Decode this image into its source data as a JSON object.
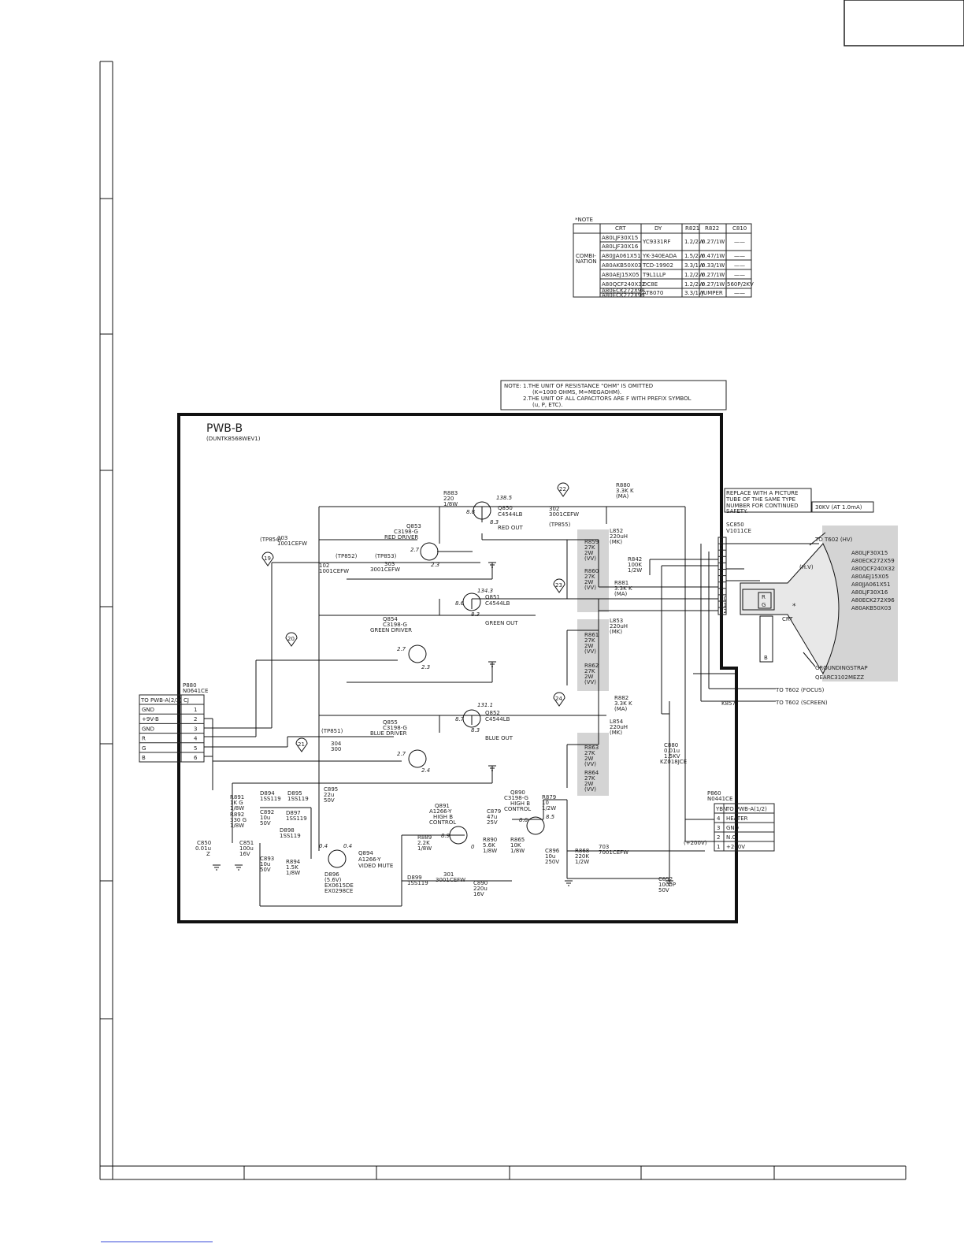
{
  "board": {
    "name": "PWB-B",
    "code": "(DUNTK8568WEV1)"
  },
  "notes": {
    "line1": "NOTE: 1.THE UNIT OF RESISTANCE \"OHM\" IS OMITTED",
    "line2": "(K=1000 OHMS, M=MEGAOHM).",
    "line3": "2.THE UNIT OF ALL CAPACITORS ARE F WITH PREFIX SYMBOL",
    "line4": "(u, P, ETC)."
  },
  "combination_table": {
    "title": "*NOTE",
    "row_label_1": "COMBI-",
    "row_label_2": "NATION",
    "headers": [
      "CRT",
      "DY",
      "R821",
      "R822",
      "C810"
    ],
    "rows": [
      [
        "A80LJF30X15",
        "YC9331RF",
        "1.2/2W",
        "0.27/1W",
        "——"
      ],
      [
        "A80LJF30X16",
        "",
        "",
        "",
        ""
      ],
      [
        "A80JJA061X51",
        "YK-340EADA",
        "1.5/2W",
        "0.47/1W",
        "——"
      ],
      [
        "A80AKB50X03",
        "TCD-19902",
        "3.3/1W",
        "0.33/1W",
        "——"
      ],
      [
        "A80AEJ15X05",
        "T9L1LLP",
        "1.2/2W",
        "0.27/1W",
        "——"
      ],
      [
        "A80QCF240X32",
        "DC8E",
        "1.2/2W",
        "0.27/1W",
        "560P/2KV"
      ],
      [
        "A80ECK272X98",
        "AT8070",
        "3.3/1W",
        "JUMPER",
        "——"
      ],
      [
        "A80ECK272X99",
        "",
        "",
        "",
        ""
      ]
    ]
  },
  "replace_note": {
    "line1": "REPLACE WITH A PICTURE",
    "line2": "TUBE OF THE SAME TYPE",
    "line3": "NUMBER FOR CONTINUED",
    "line4": "SAFETY.",
    "hv": "30KV (AT 1.0mA)"
  },
  "connectors": {
    "p880_title": "P880",
    "p880_part": "N0641CE",
    "p880_header": "TO PWB-A(2/2)",
    "p880_header2": "CJ",
    "p880_pins": [
      {
        "label": "GND",
        "num": "1"
      },
      {
        "label": "+9V-B",
        "num": "2"
      },
      {
        "label": "GND",
        "num": "3"
      },
      {
        "label": "R",
        "num": "4"
      },
      {
        "label": "G",
        "num": "5"
      },
      {
        "label": "B",
        "num": "6"
      }
    ],
    "p860_title": "P860",
    "p860_part": "N0441CE",
    "p860_header": "YBN",
    "p860_header2": "TO PWB-A(1/2)",
    "p860_pins": [
      {
        "num": "4",
        "label": "HEATER"
      },
      {
        "num": "3",
        "label": "GND"
      },
      {
        "num": "2",
        "label": "N.C."
      },
      {
        "num": "1",
        "label": "+200V"
      }
    ],
    "sc850_title": "SC850",
    "sc850_part": "V1011CE",
    "sc850_pins": [
      "1",
      "2",
      "3",
      "4",
      "5",
      "6",
      "7",
      "8",
      "9",
      "10",
      "11",
      "12"
    ]
  },
  "crt": {
    "label": "CRT",
    "hv_label": "(H.V)",
    "ground": "GROUNDINGSTRAP",
    "ground_part": "QEARC3102MEZZ",
    "models": [
      "A80LJF30X15",
      "A80ECK272X59",
      "A80QCF240X32",
      "A80AEJ15X05",
      "A80JJA061X51",
      "A80LJF30X16",
      "A80ECK272X96",
      "A80AKB50X03"
    ],
    "rgb": [
      "R",
      "G",
      "B"
    ],
    "to_hv": "TO T602 (HV)",
    "to_focus": "TO T602 (FOCUS)",
    "to_screen": "TO T602 (SCREEN)",
    "k857": "K857"
  },
  "circuit_labels": {
    "q850": [
      "Q850",
      "C4544LB"
    ],
    "q850_func": "RED OUT",
    "q853": [
      "Q853",
      "C3198-G"
    ],
    "q853_func": "RED DRIVER",
    "q851": [
      "Q851",
      "C4544LB"
    ],
    "q851_func": "GREEN OUT",
    "q854": [
      "Q854",
      "C3198-G"
    ],
    "q854_func": "GREEN DRIVER",
    "q852": [
      "Q852",
      "C4544LB"
    ],
    "q852_func": "BLUE OUT",
    "q855": [
      "Q855",
      "C3198-G"
    ],
    "q855_func": "BLUE DRIVER",
    "q890": [
      "Q890",
      "C3198-G"
    ],
    "q890_func": [
      "HIGH B",
      "CONTROL"
    ],
    "q891": [
      "Q891",
      "A1266-Y"
    ],
    "q891_func": [
      "HIGH B",
      "CONTROL"
    ],
    "q894": [
      "Q894",
      "A1266-Y"
    ],
    "q894_func": "VIDEO MUTE",
    "r883": [
      "R883",
      "220",
      "1/8W"
    ],
    "r880": [
      "R880",
      "3.3K K",
      "(MA)"
    ],
    "r881": [
      "R881",
      "3.3K K",
      "(MA)"
    ],
    "r882": [
      "R882",
      "3.3K K",
      "(MA)"
    ],
    "r842": [
      "R842",
      "100K",
      "1/2W"
    ],
    "l852": [
      "L852",
      "220uH",
      "(MK)"
    ],
    "l853": [
      "L853",
      "220uH",
      "(MK)"
    ],
    "l854": [
      "L854",
      "220uH",
      "(MK)"
    ],
    "r859": [
      "R859",
      "27K",
      "2W",
      "(VV)"
    ],
    "r860": [
      "R860",
      "27K",
      "2W",
      "(VV)"
    ],
    "r861": [
      "R861",
      "27K",
      "2W",
      "(VV)"
    ],
    "r862": [
      "R862",
      "27K",
      "2W",
      "(VV)"
    ],
    "r863": [
      "R863",
      "27K",
      "2W",
      "(VV)"
    ],
    "r864": [
      "R864",
      "27K",
      "2W",
      "(VV)"
    ],
    "c880": [
      "C880",
      "0.01u",
      "1.5KV",
      "KZ018JCE"
    ],
    "c896": [
      "C896",
      "10u",
      "250V"
    ],
    "r868": [
      "R868",
      "220K",
      "1/2W"
    ],
    "l03": [
      "703",
      "7001CEFW"
    ],
    "c852": [
      "C852",
      "1000P",
      "50V"
    ],
    "v200": "(+200V)",
    "tp854": "(TP854)",
    "tp852": "(TP852)",
    "tp853": "(TP853)",
    "tp855": "(TP855)",
    "tp851": "(TP851)",
    "j103": [
      "103",
      "1001CEFW"
    ],
    "j102": [
      "102",
      "1001CEFW"
    ],
    "j302": [
      "302",
      "3001CEFW"
    ],
    "j303": [
      "303",
      "3001CEFW"
    ],
    "j304": [
      "304",
      "300"
    ],
    "d894": [
      "D894",
      "1SS119"
    ],
    "d895": [
      "D895",
      "1SS119"
    ],
    "d897": [
      "D897",
      "1SS119"
    ],
    "d898": [
      "D898",
      "1SS119"
    ],
    "d896": [
      "D896",
      "(5.6V)",
      "EX0615DE",
      "EX0298CE"
    ],
    "d899": [
      "D899",
      "1SS119"
    ],
    "c895": [
      "C895",
      "22u",
      "50V"
    ],
    "c890": [
      "C890",
      "220u",
      "16V"
    ],
    "c879": [
      "C879",
      "47u",
      "25V"
    ],
    "j301": [
      "301",
      "3001CEFW"
    ],
    "r891": [
      "R891",
      "1K G",
      "1/8W"
    ],
    "r892": [
      "R892",
      "330 G",
      "1/8W"
    ],
    "r893": [
      "C893",
      "10u",
      "50V"
    ],
    "r894": [
      "R894",
      "1.5K",
      "1/8W"
    ],
    "c850": [
      "C850",
      "0.01u",
      "Z"
    ],
    "c851": [
      "C851",
      "100u",
      "16V"
    ],
    "c892": [
      "C892",
      "10u",
      "50V"
    ],
    "r889": [
      "R889",
      "2.2K",
      "1/8W"
    ],
    "r890": [
      "R890",
      "5.6K",
      "1/8W"
    ],
    "r865": [
      "R865",
      "10K",
      "1/8W"
    ],
    "r879": [
      "R879",
      "10",
      "1/2W"
    ]
  },
  "voltages": {
    "v1": "138.5",
    "v2": "8.8",
    "v3": "8.3",
    "v4": "2.7",
    "v5": "2.3",
    "v6": "134.3",
    "v7": "8.6",
    "v8": "8.3",
    "v9": "2.7",
    "v10": "2.3",
    "v11": "131.1",
    "v12": "8.7",
    "v13": "8.3",
    "v14": "2.7",
    "v15": "2.4",
    "v16": "8.6",
    "v17": "8.5",
    "v18": "8.9",
    "v19": "0",
    "v20": "0.4",
    "v21": "0.4"
  },
  "test_points": [
    "19",
    "20",
    "21",
    "22",
    "23",
    "24"
  ],
  "footer": {
    "cells": [
      "",
      "",
      "",
      "",
      "",
      ""
    ]
  }
}
